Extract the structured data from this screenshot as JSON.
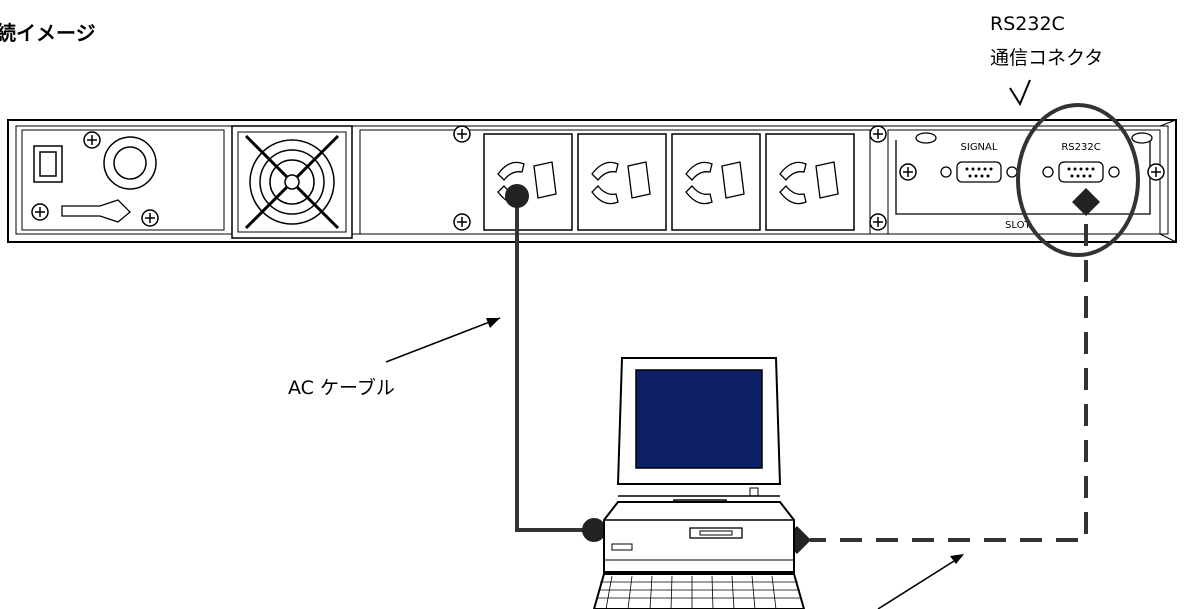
{
  "title": "続イメージ",
  "labels": {
    "rs232c_line1": "RS232C",
    "rs232c_line2": "通信コネクタ",
    "ac_cable": "AC ケーブル"
  },
  "panel": {
    "signal_label": "SIGNAL",
    "rs232c_label": "RS232C",
    "slot_label": "SLOT"
  },
  "colors": {
    "line": "#333333",
    "screen": "#0d1f66",
    "panel_fill": "#ffffff"
  },
  "icons": [
    "screw-icon",
    "fan-icon",
    "ac-outlet-icon",
    "db9-connector-icon",
    "computer-icon",
    "keyboard-icon"
  ]
}
